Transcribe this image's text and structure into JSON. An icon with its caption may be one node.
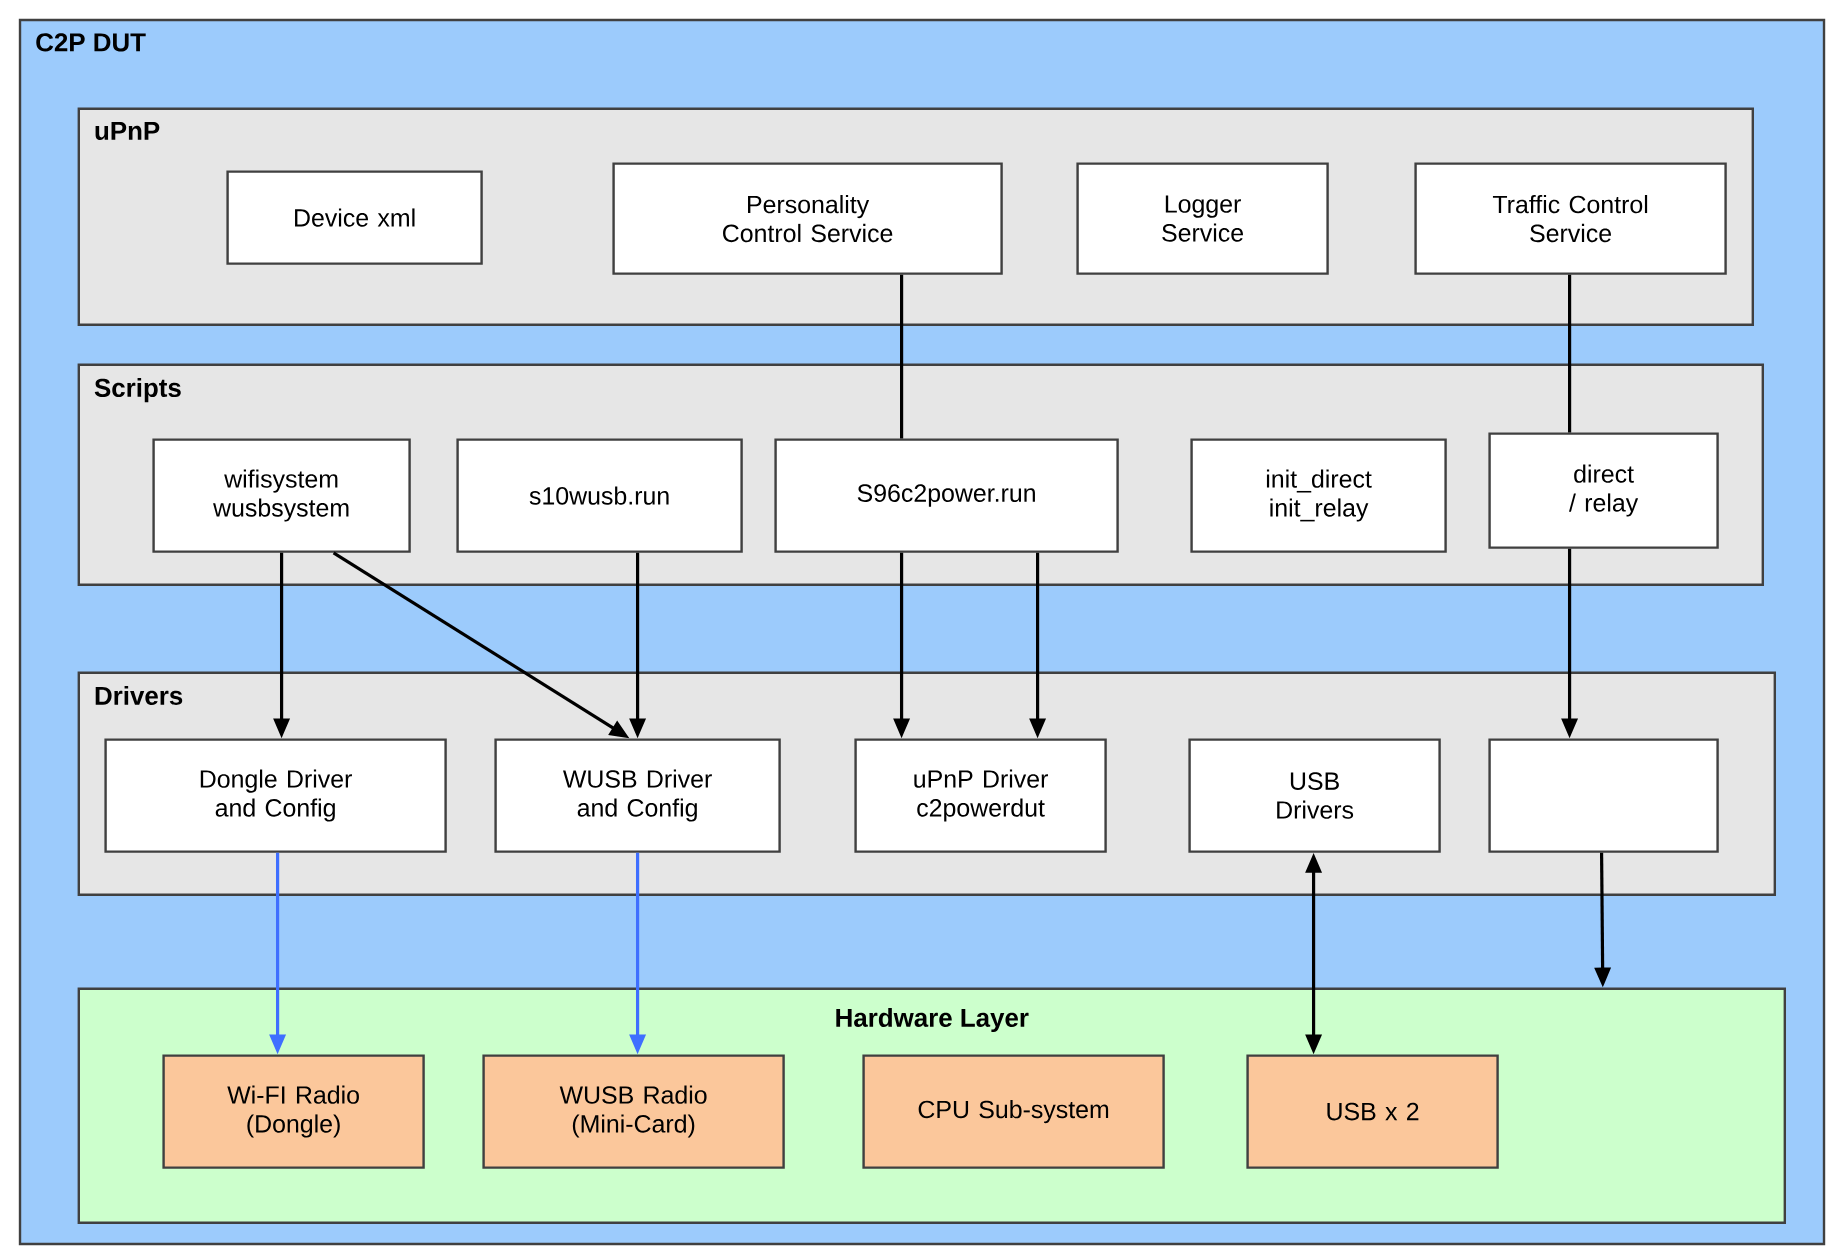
{
  "diagram": {
    "nodes": [
      {
        "text": [
          "C2P DUT"
        ]
      },
      {
        "text": [
          "uPnP"
        ],
        "in": 0
      },
      {
        "text": [
          "Device xml"
        ],
        "in": 1
      },
      {
        "text": [
          "Personality Control Service"
        ],
        "in": 1
      },
      {
        "text": [
          "Logger Service"
        ],
        "in": 1
      },
      {
        "text": [
          "Traffic Control Service"
        ],
        "in": 1
      },
      {
        "text": [
          "Scripts"
        ],
        "in": 0
      },
      {
        "text": [
          "wifisystem wusbsystem"
        ],
        "in": 6
      },
      {
        "text": [
          "s10wusb.run"
        ],
        "in": 6
      },
      {
        "text": [
          "S96c2power.run"
        ],
        "in": 6
      },
      {
        "text": [
          "init_direct init_relay"
        ],
        "in": 6
      },
      {
        "text": [
          "direct / relay"
        ],
        "in": 6
      },
      {
        "text": [
          "Drivers"
        ],
        "in": 0
      },
      {
        "text": [
          "Dongle Driver and Config"
        ],
        "in": 12
      },
      {
        "text": [
          "WUSB Driver and Config"
        ],
        "in": 12
      },
      {
        "text": [
          "uPnP Driver c2powerdut"
        ],
        "in": 12
      },
      {
        "text": [
          "USB Drivers"
        ],
        "in": 12
      },
      {
        "text": [],
        "shape": "box",
        "in": 12
      },
      {
        "text": [
          "Hardware Layer"
        ],
        "in": 0
      },
      {
        "text": [
          "Wi-FI Radio (Dongle)"
        ],
        "in": 18
      },
      {
        "text": [
          "WUSB Radio (Mini-Card)"
        ],
        "in": 18
      },
      {
        "text": [
          "CPU Sub-system"
        ],
        "in": 18
      },
      {
        "text": [
          "USB x 2"
        ],
        "in": 18
      }
    ],
    "edges": [
      {
        "from": 3,
        "to": 9,
        "arrow": "none"
      },
      {
        "from": 5,
        "to": 11,
        "arrow": "none"
      },
      {
        "from": 7,
        "to": 13,
        "arrow": "to"
      },
      {
        "from": 7,
        "to": 14,
        "arrow": "to"
      },
      {
        "from": 8,
        "to": 14,
        "arrow": "to"
      },
      {
        "from": 9,
        "to": 15,
        "arrow": "to"
      },
      {
        "from": 9,
        "to": 15,
        "arrow": "to"
      },
      {
        "from": 11,
        "to": 17,
        "arrow": "to"
      },
      {
        "from": 13,
        "to": 19,
        "arrow": "to",
        "color": "#3f6fff"
      },
      {
        "from": 14,
        "to": 20,
        "arrow": "to",
        "color": "#3f6fff"
      },
      {
        "from": 16,
        "to": 22,
        "arrow": "both"
      },
      {
        "from": 17,
        "to": 18,
        "arrow": "to"
      }
    ]
  }
}
